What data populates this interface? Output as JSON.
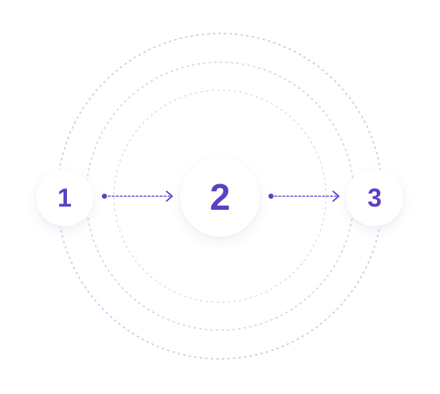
{
  "steps": [
    {
      "label": "1"
    },
    {
      "label": "2"
    },
    {
      "label": "3"
    }
  ],
  "colors": {
    "accent": "#5b3fc4",
    "connector_dot": "#8e7be0",
    "ring_outer": "#c9c6ea",
    "ring_middle": "#d3d0ee",
    "ring_inner": "#dedce8"
  }
}
